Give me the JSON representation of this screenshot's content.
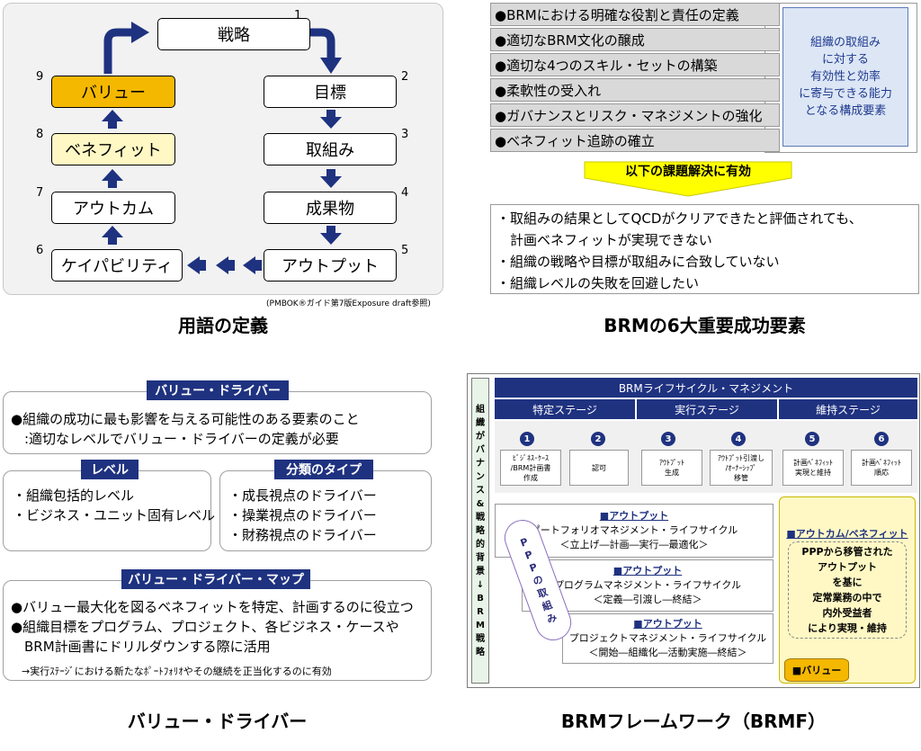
{
  "p1": {
    "strategy": "戦略",
    "goal": "目標",
    "effort": "取組み",
    "deliverable": "成果物",
    "output": "アウトプット",
    "capability": "ケイパビリティ",
    "outcome": "アウトカム",
    "benefit": "ベネフィット",
    "value": "バリュー",
    "n1": "1",
    "n2": "2",
    "n3": "3",
    "n4": "4",
    "n5": "5",
    "n6": "6",
    "n7": "7",
    "n8": "8",
    "n9": "9",
    "source": "(PMBOK®ガイド第7版Exposure draft参照)",
    "caption": "用語の定義"
  },
  "p2": {
    "items": [
      "●BRMにおける明確な役割と責任の定義",
      "●適切なBRM文化の醸成",
      "●適切な4つのスキル・セットの構築",
      "●柔軟性の受入れ",
      "●ガバナンスとリスク・マネジメントの強化",
      "●ベネフィット追跡の確立"
    ],
    "side": [
      "組織の取組み",
      "に対する",
      "有効性と効率",
      "に寄与できる能力",
      "となる構成要素"
    ],
    "callout": "以下の課題解決に有効",
    "issues": [
      "・取組みの結果としてQCDがクリアできたと評価されても、",
      "　計画ベネフィットが実現できない",
      "・組織の戦略や目標が取組みに合致していない",
      "・組織レベルの失敗を回避したい"
    ],
    "caption": "BRMの6大重要成功要素"
  },
  "p3": {
    "vd_title": "バリュー・ドライバー",
    "vd_lines": [
      "●組織の成功に最も影響を与える可能性のある要素のこと",
      "　:適切なレベルでバリュー・ドライバーの定義が必要"
    ],
    "level_title": "レベル",
    "level_lines": [
      "・組織包括的レベル",
      "・ビジネス・ユニット固有レベル"
    ],
    "type_title": "分類のタイプ",
    "type_lines": [
      "・成長視点のドライバー",
      "・操業視点のドライバー",
      "・財務視点のドライバー"
    ],
    "map_title": "バリュー・ドライバー・マップ",
    "map_lines": [
      "●バリュー最大化を図るベネフィットを特定、計画するのに役立つ",
      "●組織目標をプログラム、プロジェクト、各ビジネス・ケースや",
      "　BRM計画書にドリルダウンする際に活用"
    ],
    "map_note": "→実行ｽﾃｰｼﾞにおける新たなﾎﾟｰﾄﾌｫﾘｵやその継続を正当化するのに有効",
    "caption": "バリュー・ドライバー"
  },
  "p4": {
    "vertical": [
      "組",
      "織",
      "が",
      "バ",
      "ナ",
      "ン",
      "ス",
      "&",
      "戦",
      "略",
      "的",
      "背",
      "景",
      "↓",
      "B",
      "R",
      "M",
      "戦",
      "略"
    ],
    "lifecycle": "BRMライフサイクル・マネジメント",
    "stage1": "特定ステージ",
    "stage2": "実行ステージ",
    "stage3": "維持ステージ",
    "steps": [
      {
        "n": "1",
        "l1": "ﾋﾞｼﾞﾈｽ･ｹｰｽ",
        "l2": "/BRM計画書",
        "l3": "作成"
      },
      {
        "n": "2",
        "l1": "認可",
        "l2": "",
        "l3": ""
      },
      {
        "n": "3",
        "l1": "ｱｳﾄﾌﾟｯﾄ",
        "l2": "生成",
        "l3": ""
      },
      {
        "n": "4",
        "l1": "ｱｳﾄﾌﾟｯﾄ引渡し",
        "l2": "/ｵｰﾅｰｼｯﾌﾟ",
        "l3": "移管"
      },
      {
        "n": "5",
        "l1": "計画ﾍﾞﾈﾌｨｯﾄ",
        "l2": "実現と維持",
        "l3": ""
      },
      {
        "n": "6",
        "l1": "計画ﾍﾞﾈﾌｨｯﾄ",
        "l2": "順応",
        "l3": ""
      }
    ],
    "out1": {
      "t": "■アウトプット",
      "a": "ポートフォリオマネジメント・ライフサイクル",
      "b": "＜立上げ―計画―実行―最適化＞"
    },
    "out2": {
      "t": "■アウトプット",
      "a": "プログラムマネジメント・ライフサイクル",
      "b": "＜定義―引渡し―終結＞"
    },
    "out3": {
      "t": "■アウトプット",
      "a": "プロジェクトマネジメント・ライフサイクル",
      "b": "＜開始―組織化―活動実施―終結＞"
    },
    "ppp": [
      "P",
      "P",
      "P",
      "の",
      "取",
      "組",
      "み"
    ],
    "oc_title": "■アウトカム/ベネフィット",
    "oc_lines": [
      "PPPから移管された",
      "アウトプット",
      "を基に",
      "定常業務の中で",
      "内外受益者",
      "により実現・維持"
    ],
    "value": "■バリュー",
    "caption": "BRMフレームワーク（BRMF）"
  },
  "colors": {
    "navy": "#1f3280",
    "value_orange": "#f5b800",
    "benefit_yellow": "#fff8c4",
    "callout_yellow": "#ffff00"
  }
}
